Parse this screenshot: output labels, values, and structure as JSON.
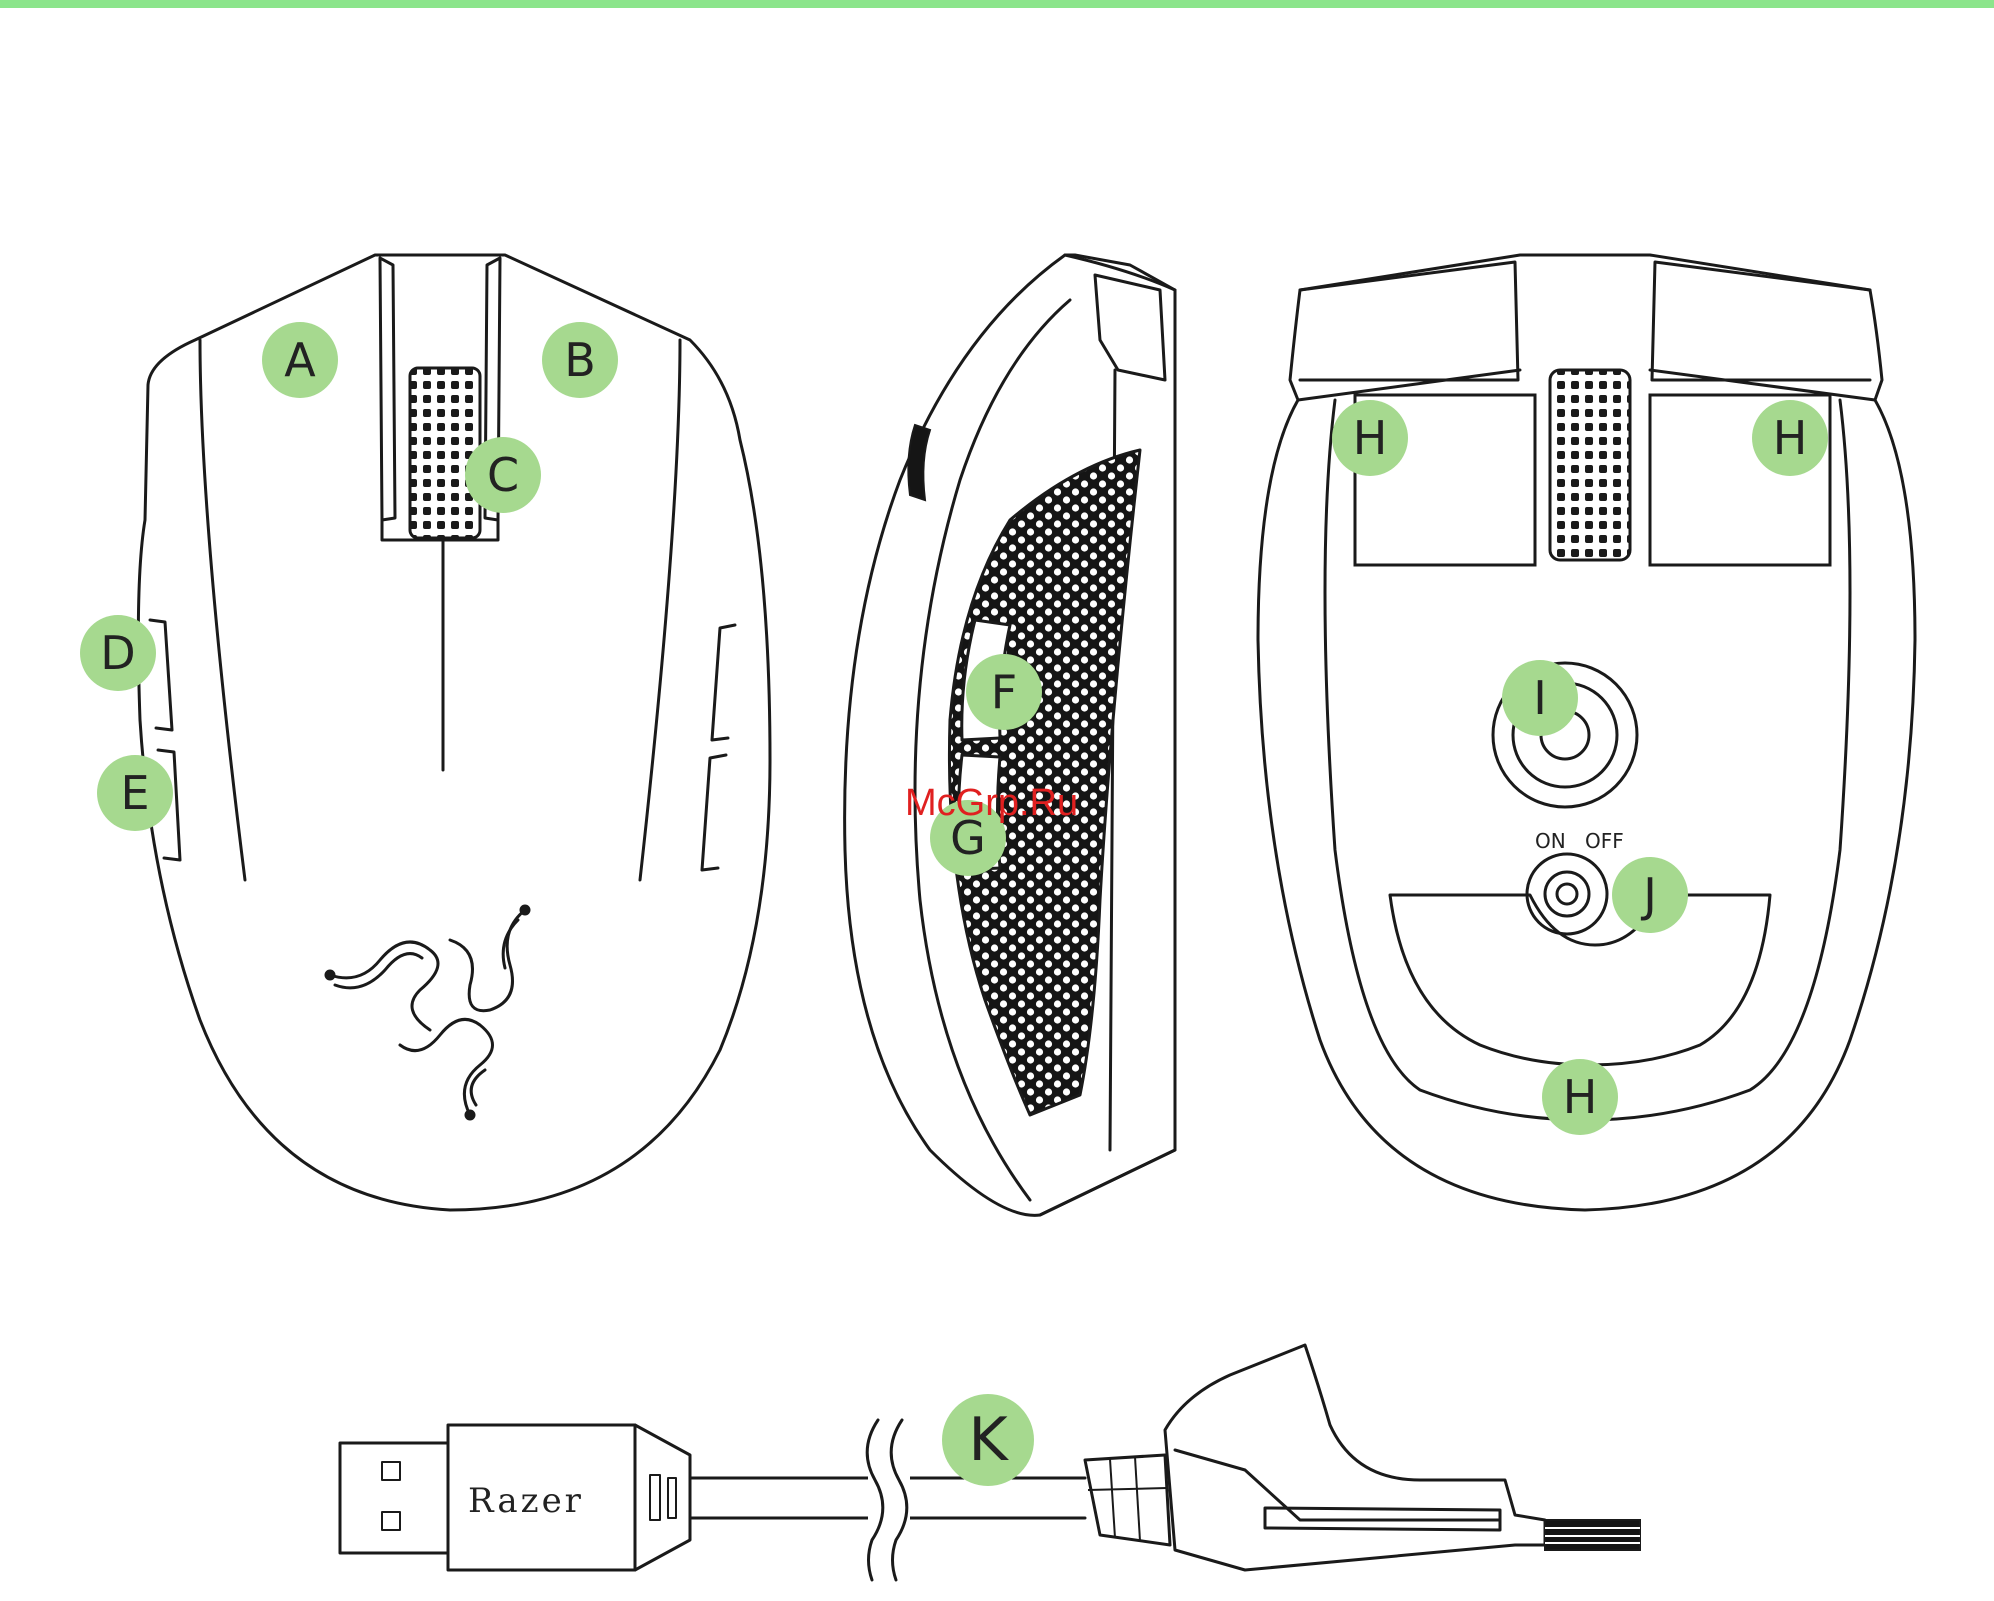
{
  "colors": {
    "top_bar": "#8be58b",
    "callout_fill": "#a6d98f",
    "line": "#1a1a1a",
    "watermark": "#e02020"
  },
  "callouts": {
    "a": "A",
    "b": "B",
    "c": "C",
    "d": "D",
    "e": "E",
    "f": "F",
    "g": "G",
    "h": "H",
    "i": "I",
    "j": "J",
    "k": "K"
  },
  "bottom_view": {
    "switch_on": "ON",
    "switch_off": "OFF"
  },
  "usb": {
    "brand": "Razer"
  },
  "watermark": "McGrp.Ru"
}
